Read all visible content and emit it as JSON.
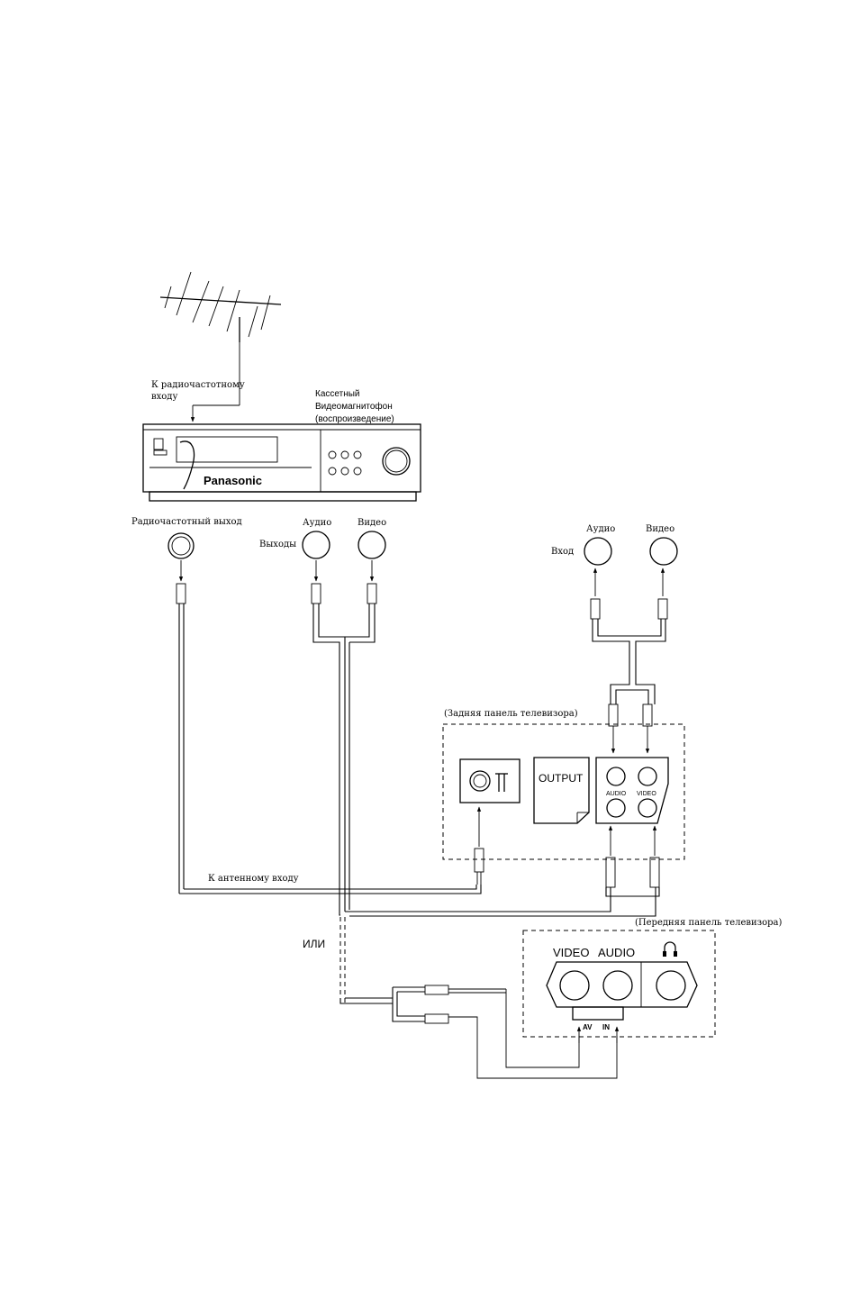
{
  "antenna": {
    "to_rf_input_line1": "К радиочастотному",
    "to_rf_input_line2": "входу"
  },
  "vcr": {
    "title_line1": "Кассетный",
    "title_line2": "Видеомагнитофон",
    "title_line3": "(воспроизведение)",
    "brand": "Panasonic"
  },
  "vcr_outputs": {
    "rf_out_label": "Радиочастотный выход",
    "audio_label": "Аудио",
    "video_label": "Видео",
    "outputs_label": "Выходы"
  },
  "tv_input": {
    "audio_label": "Аудио",
    "video_label": "Видео",
    "input_label": "Вход"
  },
  "tv_rear": {
    "panel_label": "(Задняя панель телевизора)",
    "output_label": "OUTPUT",
    "audio_label": "AUDIO",
    "video_label": "VIDEO"
  },
  "antenna_input_label": "К антенному входу",
  "or_label": "ИЛИ",
  "tv_front": {
    "panel_label": "(Передняя панель телевизора)",
    "video_label": "VIDEO",
    "audio_label": "AUDIO",
    "headphones_icon": "headphones-icon",
    "av_label": "AV",
    "in_label": "IN"
  }
}
